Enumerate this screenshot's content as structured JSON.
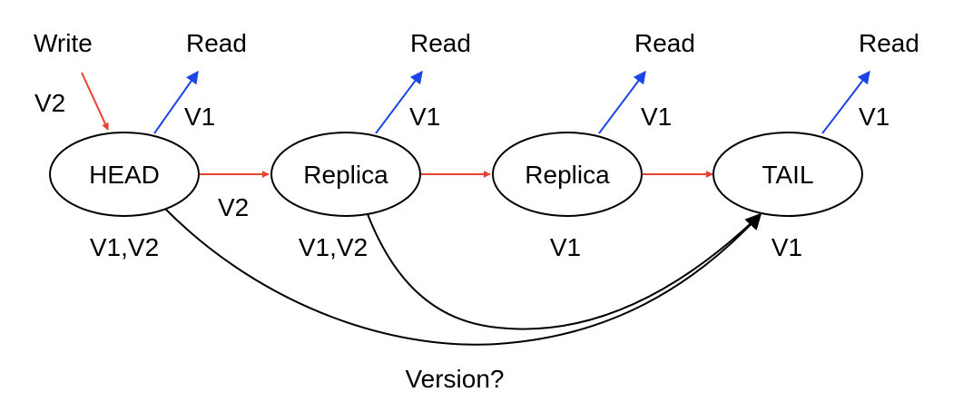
{
  "nodes": {
    "head": "HEAD",
    "replica1": "Replica",
    "replica2": "Replica",
    "tail": "TAIL"
  },
  "labels": {
    "write": "Write",
    "write_version": "V2",
    "read1": "Read",
    "read1_version": "V1",
    "read2": "Read",
    "read2_version": "V1",
    "read3": "Read",
    "read3_version": "V1",
    "read4": "Read",
    "read4_version": "V1",
    "chain_edge_version": "V2",
    "head_versions": "V1,V2",
    "replica1_versions": "V1,V2",
    "replica2_versions": "V1",
    "tail_versions": "V1",
    "query": "Version?"
  },
  "colors": {
    "write": "#e8412f",
    "read": "#1c45e6",
    "query": "#000000"
  }
}
